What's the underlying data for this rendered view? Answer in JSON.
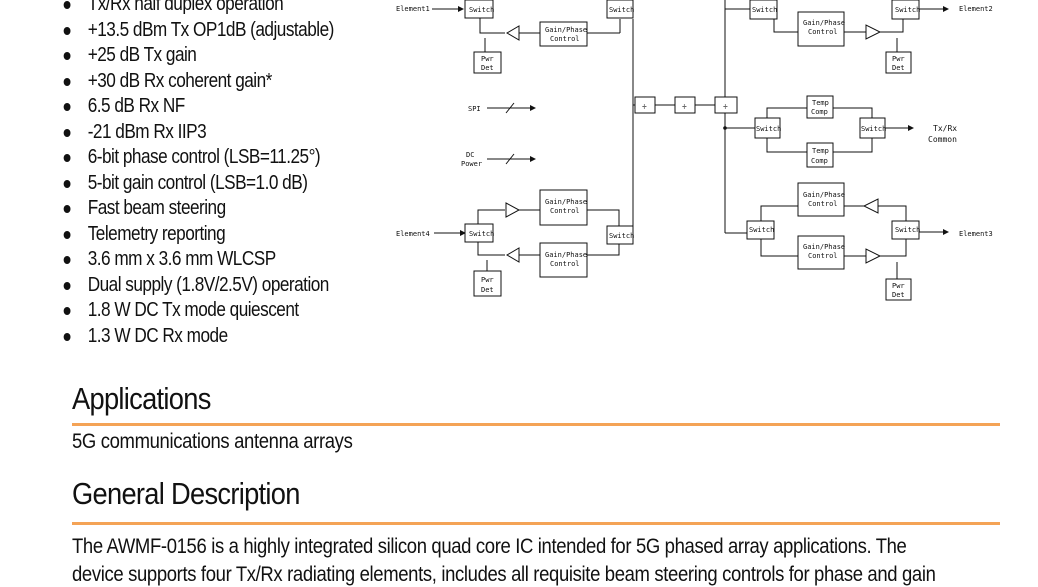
{
  "features": [
    "Tx/Rx half duplex operation",
    "+13.5 dBm Tx OP1dB (adjustable)",
    "+25 dB Tx gain",
    "+30 dB Rx coherent gain*",
    "6.5 dB Rx NF",
    "-21 dBm Rx IIP3",
    "6-bit phase control (LSB=11.25°)",
    "5-bit gain control (LSB=1.0 dB)",
    "Fast beam steering",
    "Telemetry reporting",
    "3.6 mm x 3.6 mm WLCSP",
    "Dual supply (1.8V/2.5V) operation",
    "1.8 W DC Tx mode quiescent",
    "1.3 W DC Rx mode"
  ],
  "applications": {
    "title": "Applications",
    "text": "5G communications antenna arrays"
  },
  "general_description": {
    "title": "General Description",
    "text": "The AWMF-0156 is a highly integrated silicon quad core IC intended for 5G phased array applications. The",
    "text_line2": "device supports four Tx/Rx radiating elements, includes all requisite beam steering controls for phase and gain"
  },
  "diagram": {
    "labels": {
      "element1": "Element1",
      "element2": "Element2",
      "element3": "Element3",
      "element4": "Element4",
      "switch": "Switch",
      "gain_phase_1": "Gain/Phase",
      "gain_phase_2": "Control",
      "pwr_1": "Pwr",
      "pwr_2": "Det",
      "temp_1": "Temp",
      "temp_2": "Comp",
      "spi": "SPI",
      "dc_1": "DC",
      "dc_2": "Power",
      "txrx_1": "Tx/Rx",
      "txrx_2": "Common",
      "divider": "÷"
    }
  }
}
